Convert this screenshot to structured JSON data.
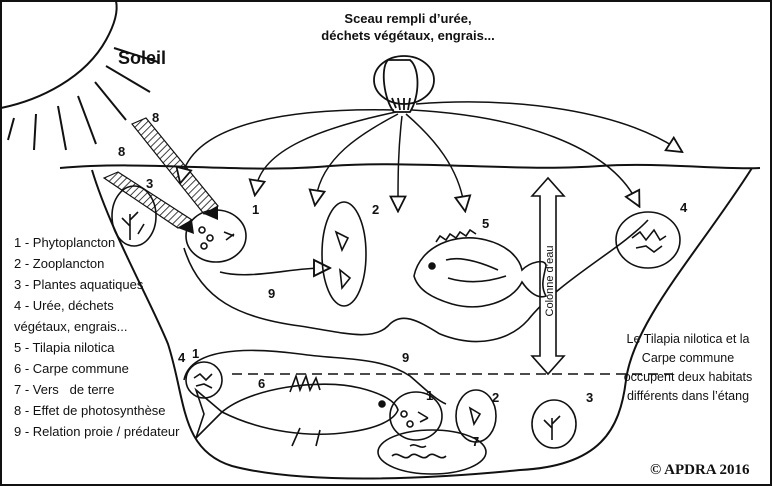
{
  "sun_label": "Soleil",
  "bucket_caption": "Sceau rempli d’urée,\ndéchets végétaux, engrais...",
  "water_column_label": "Colonne d’eau",
  "legend": [
    "1 - Phytoplancton",
    "2 - Zooplancton",
    "3 - Plantes aquatiques",
    "4 - Urée, déchets",
    "végétaux, engrais...",
    "5 - Tilapia nilotica",
    "6 - Carpe commune",
    "7 - Vers   de terre",
    "8 - Effet de photosynthèse",
    "9 - Relation proie / prédateur"
  ],
  "habitat_note": "Le Tilapia nilotica et la\nCarpe commune\noccupent deux habitats\ndifférents dans l’étang",
  "copyright": "© APDRA 2016",
  "numbers": {
    "photo_a": "8",
    "photo_b": "8",
    "plants_top": "3",
    "phyto_top": "1",
    "zoo_top": "2",
    "tilapia": "5",
    "urea_right": "4",
    "pred_top": "9",
    "urea_bottom": "4",
    "phyto_marker": "1",
    "pred_bottom": "9",
    "carp": "6",
    "phyto_bottom": "1",
    "zoo_bottom": "2",
    "plants_bottom": "3",
    "worms": "7"
  },
  "colors": {
    "ink": "#111111",
    "background": "#ffffff"
  }
}
